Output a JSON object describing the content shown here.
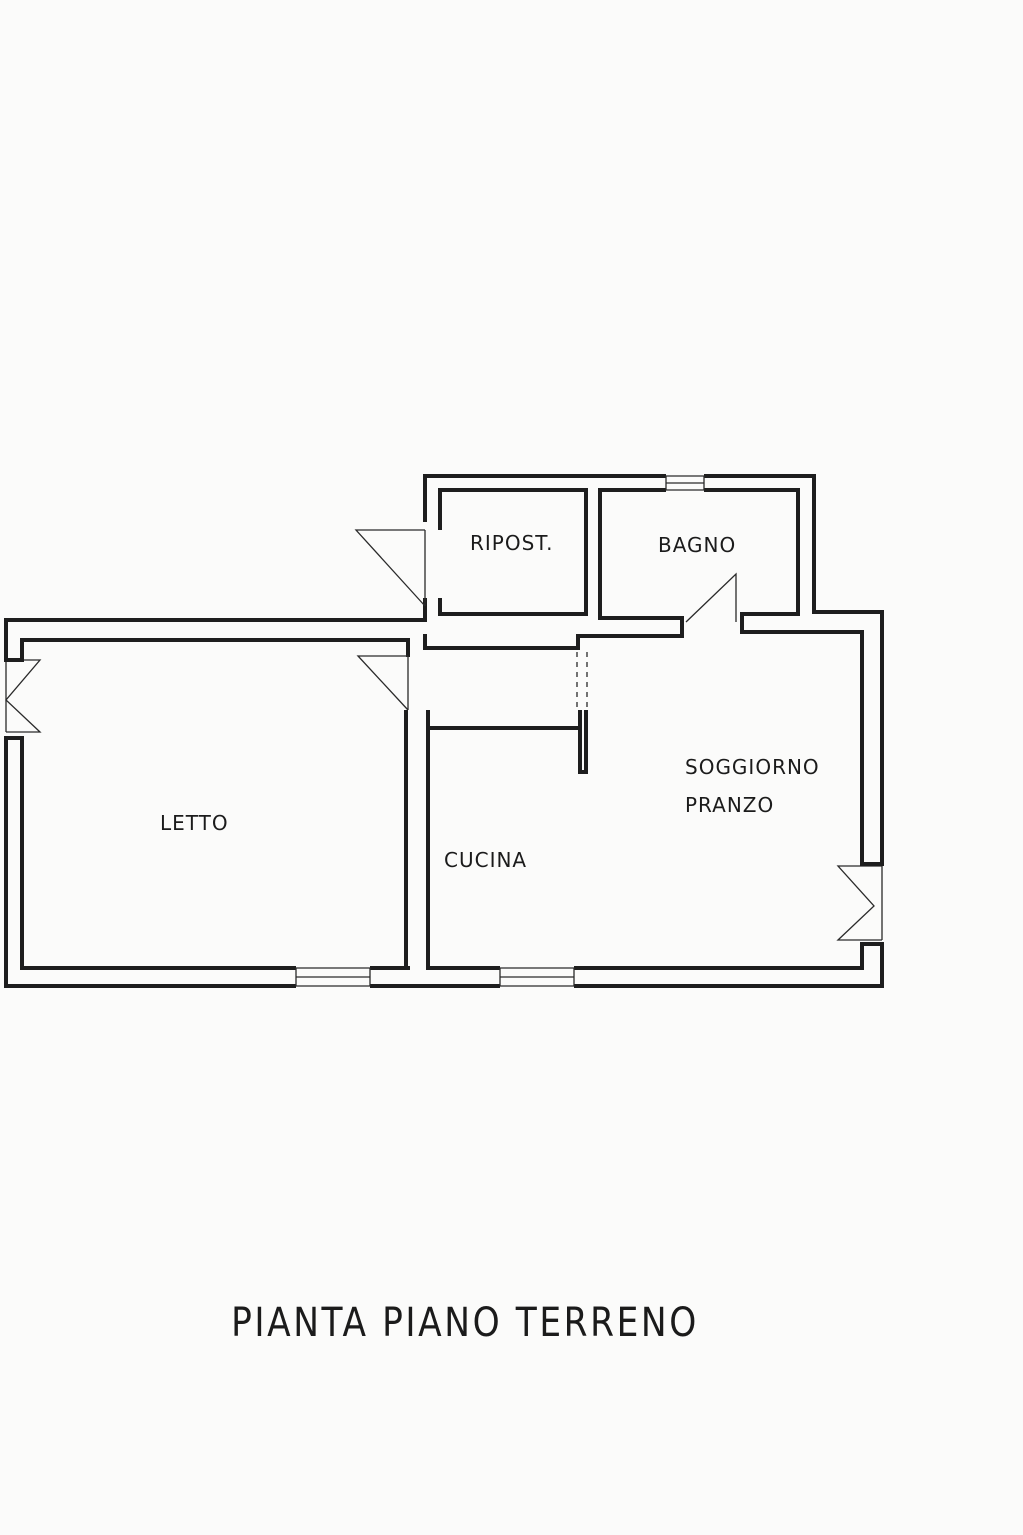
{
  "title": "PIANTA PIANO TERRENO",
  "rooms": {
    "ripost": "RIPOST.",
    "bagno": "BAGNO",
    "soggiorno_line1": "SOGGIORNO",
    "soggiorno_line2": "PRANZO",
    "letto": "LETTO",
    "cucina": "CUCINA"
  },
  "colors": {
    "ink": "#1e1e1e",
    "paper": "#fbfbfa"
  }
}
